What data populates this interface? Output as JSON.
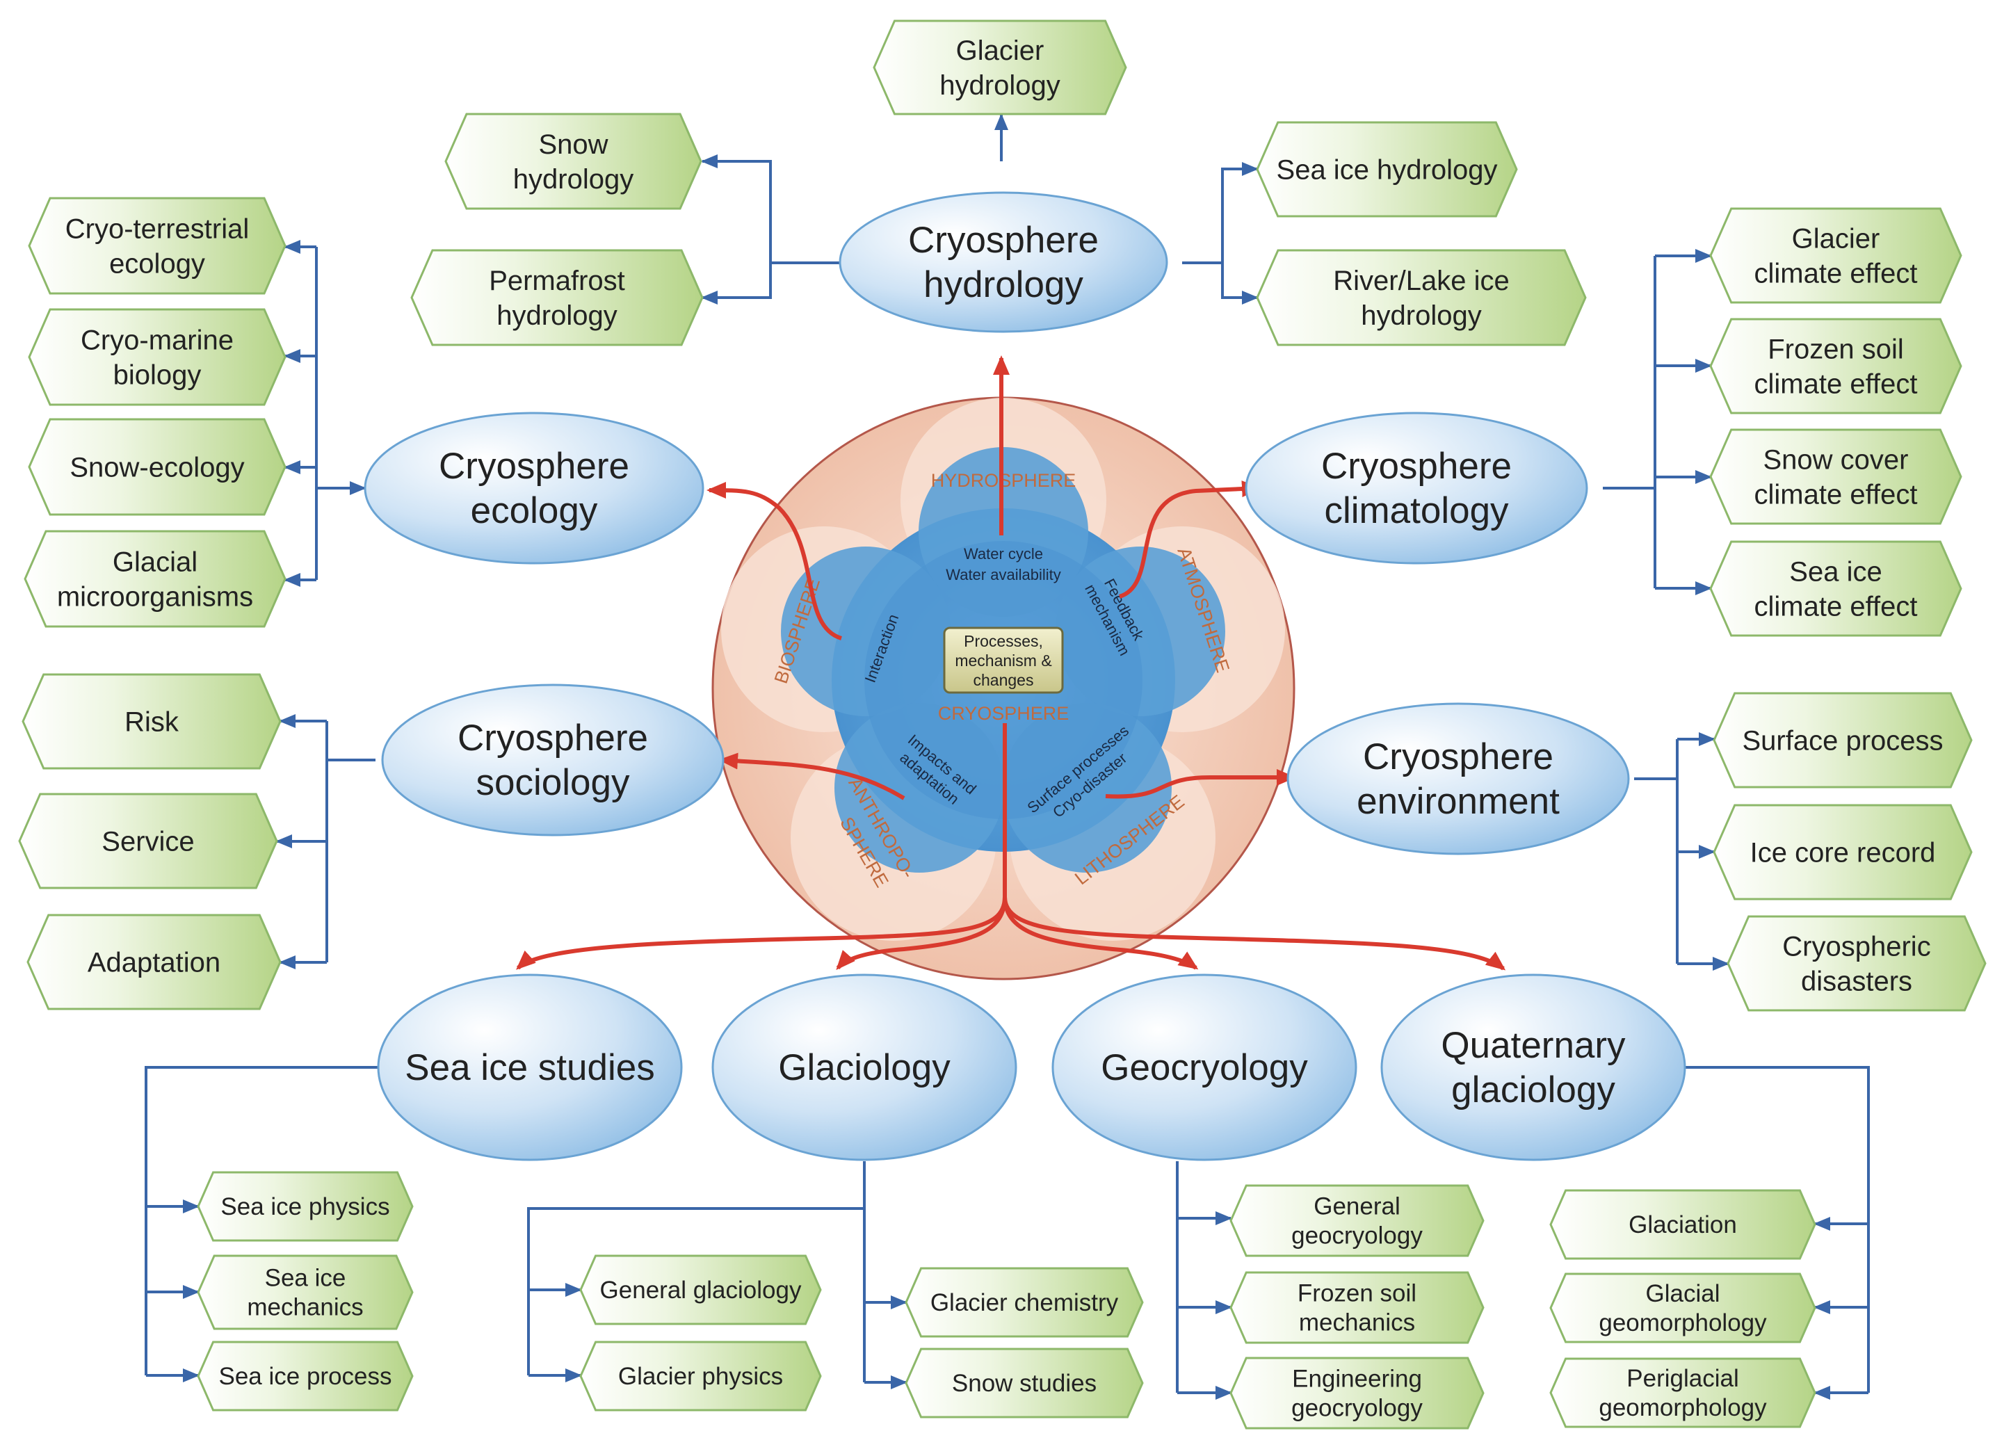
{
  "center": {
    "core_label": [
      "Processes,",
      "mechanism &",
      "changes"
    ],
    "cryosphere_label": "CRYOSPHERE",
    "spheres": {
      "hydrosphere": "HYDROSPHERE",
      "atmosphere": "ATMOSPHERE",
      "lithosphere": "LITHOSPHERE",
      "anthroposphere": [
        "ANTHROPO-",
        "SPHERE"
      ],
      "biosphere": "BIOSPHERE"
    },
    "interfaces": {
      "water": [
        "Water cycle",
        "Water availability"
      ],
      "feedback": [
        "Feedback",
        "mechanism"
      ],
      "surface": [
        "Surface processes",
        "Cryo-disaster"
      ],
      "impacts": [
        "Impacts and",
        "adaptation"
      ],
      "interaction": [
        "Interaction"
      ]
    }
  },
  "branches": {
    "hydrology": {
      "title": [
        "Cryosphere",
        "hydrology"
      ],
      "items": [
        [
          "Glacier",
          "hydrology"
        ],
        [
          "Snow",
          "hydrology"
        ],
        [
          "Permafrost",
          "hydrology"
        ],
        [
          "Sea ice hydrology"
        ],
        [
          "River/Lake ice",
          "hydrology"
        ]
      ]
    },
    "ecology": {
      "title": [
        "Cryosphere",
        "ecology"
      ],
      "items": [
        [
          "Cryo-terrestrial",
          "ecology"
        ],
        [
          "Cryo-marine",
          "biology"
        ],
        [
          "Snow-ecology"
        ],
        [
          "Glacial",
          "microorganisms"
        ]
      ]
    },
    "climatology": {
      "title": [
        "Cryosphere",
        "climatology"
      ],
      "items": [
        [
          "Glacier",
          "climate effect"
        ],
        [
          "Frozen soil",
          "climate effect"
        ],
        [
          "Snow cover",
          "climate effect"
        ],
        [
          "Sea ice",
          "climate effect"
        ]
      ]
    },
    "sociology": {
      "title": [
        "Cryosphere",
        "sociology"
      ],
      "items": [
        [
          "Risk"
        ],
        [
          "Service"
        ],
        [
          "Adaptation"
        ]
      ]
    },
    "environment": {
      "title": [
        "Cryosphere",
        "environment"
      ],
      "items": [
        [
          "Surface process"
        ],
        [
          "Ice core record"
        ],
        [
          "Cryospheric",
          "disasters"
        ]
      ]
    },
    "sea_ice": {
      "title": [
        "Sea ice studies"
      ],
      "items": [
        [
          "Sea ice physics"
        ],
        [
          "Sea ice",
          "mechanics"
        ],
        [
          "Sea ice process"
        ]
      ]
    },
    "glaciology": {
      "title": [
        "Glaciology"
      ],
      "items": [
        [
          "General glaciology"
        ],
        [
          "Glacier physics"
        ],
        [
          "Glacier chemistry"
        ],
        [
          "Snow studies"
        ]
      ]
    },
    "geocryology": {
      "title": [
        "Geocryology"
      ],
      "items": [
        [
          "General",
          "geocryology"
        ],
        [
          "Frozen soil",
          "mechanics"
        ],
        [
          "Engineering",
          "geocryology"
        ]
      ]
    },
    "quaternary": {
      "title": [
        "Quaternary",
        "glaciology"
      ],
      "items": [
        [
          "Glaciation"
        ],
        [
          "Glacial",
          "geomorphology"
        ],
        [
          "Periglacial",
          "geomorphology"
        ]
      ]
    }
  },
  "colors": {
    "hex_fill_light": "#f4f9ec",
    "hex_fill_dark": "#b9d68e",
    "hex_stroke": "#8db86a",
    "ellipse_light": "#f2f8fd",
    "ellipse_dark": "#93c0e6",
    "ellipse_stroke": "#6aa3d3",
    "connector": "#3a66a8",
    "red_arrow": "#d93a2e",
    "outer_circle": "#f0c7b3",
    "inner_circle": "#5aa0d6",
    "core_box": "#d9d7a0"
  }
}
